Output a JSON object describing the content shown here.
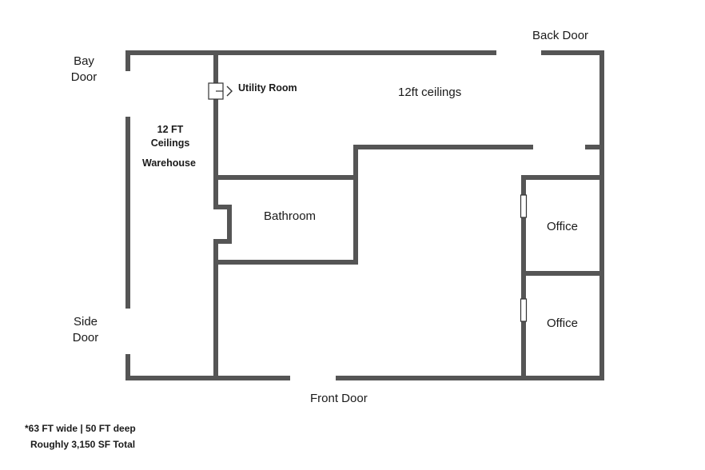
{
  "labels": {
    "bay_door": [
      "Bay",
      "Door"
    ],
    "side_door": [
      "Side",
      "Door"
    ],
    "back_door": "Back Door",
    "front_door": "Front Door",
    "utility_room": "Utility Room",
    "ceilings_main": "12ft ceilings",
    "warehouse_ceilings": [
      "12 FT",
      "Ceilings"
    ],
    "warehouse": "Warehouse",
    "bathroom": "Bathroom",
    "office_upper": "Office",
    "office_lower": "Office"
  },
  "notes": {
    "dimensions": "*63 FT wide | 50 FT deep",
    "total": "Roughly 3,150 SF Total"
  },
  "colors": {
    "wall": "#555555",
    "text": "#1a1a1a",
    "background": "#ffffff"
  }
}
